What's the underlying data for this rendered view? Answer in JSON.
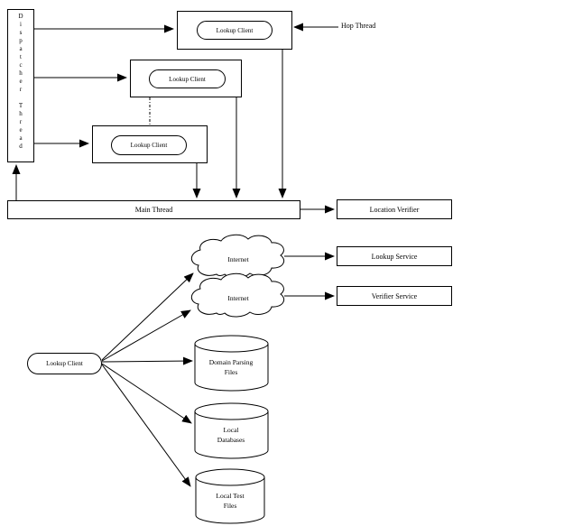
{
  "colors": {
    "stroke": "#000000",
    "background": "#ffffff"
  },
  "top_section": {
    "dispatcher_label": "D\ni\ns\np\na\nt\nc\nh\ne\nr\n\nT\nh\nr\ne\na\nd",
    "lookup_clients": [
      {
        "label": "Lookup Client"
      },
      {
        "label": "Lookup Client"
      },
      {
        "label": "Lookup Client"
      }
    ],
    "hop_thread_label": "Hop Thread",
    "main_thread_label": "Main Thread",
    "location_verifier_label": "Location Verifier"
  },
  "bottom_section": {
    "lookup_client_label": "Lookup Client",
    "clouds": [
      {
        "label": "Internet"
      },
      {
        "label": "Internet"
      }
    ],
    "services": [
      {
        "label": "Lookup Service"
      },
      {
        "label": "Verifier Service"
      }
    ],
    "datastores": [
      {
        "label": "Domain Parsing\nFiles"
      },
      {
        "label": "Local\nDatabases"
      },
      {
        "label": "Local Test\nFiles"
      }
    ]
  }
}
